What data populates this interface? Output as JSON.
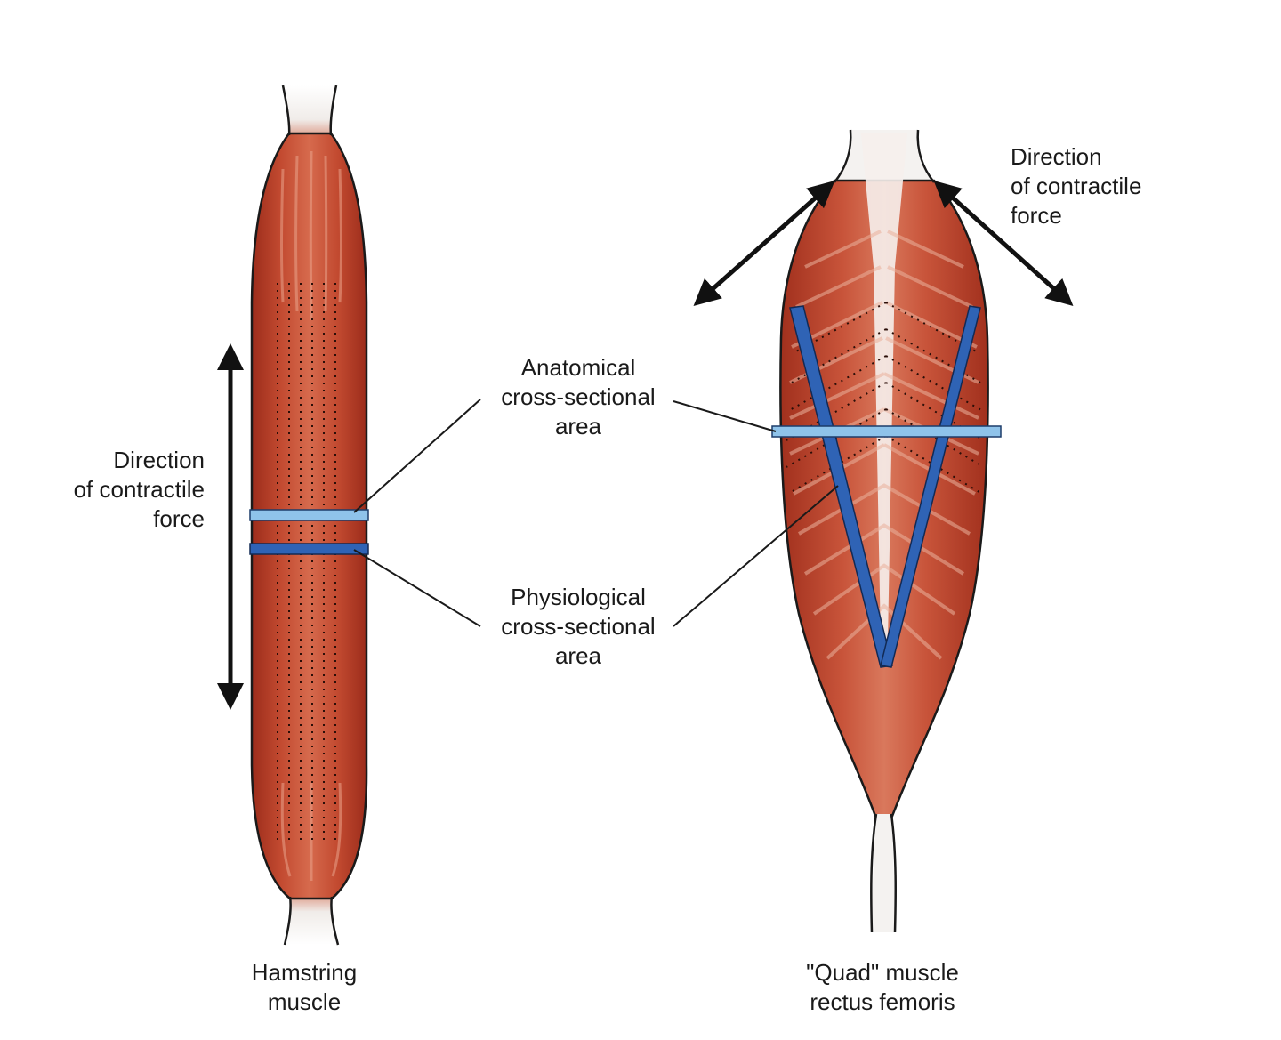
{
  "labels": {
    "left_force": [
      "Direction",
      "of contractile",
      "force"
    ],
    "right_force": [
      "Direction",
      "of contractile",
      "force"
    ],
    "anatomical": [
      "Anatomical",
      "cross-sectional",
      "area"
    ],
    "physiological": [
      "Physiological",
      "cross-sectional",
      "area"
    ],
    "hamstring": [
      "Hamstring",
      "muscle"
    ],
    "quad": [
      "\"Quad\" muscle",
      "rectus femoris"
    ]
  },
  "colors": {
    "muscle_dark": "#a8321f",
    "muscle_mid": "#c24a30",
    "muscle_light": "#e8a890",
    "tendon": "#f3f3f3",
    "anatomical_bar": "#8fc3ea",
    "physiological_bar": "#2f63b5",
    "outline": "#1a1a1a"
  }
}
